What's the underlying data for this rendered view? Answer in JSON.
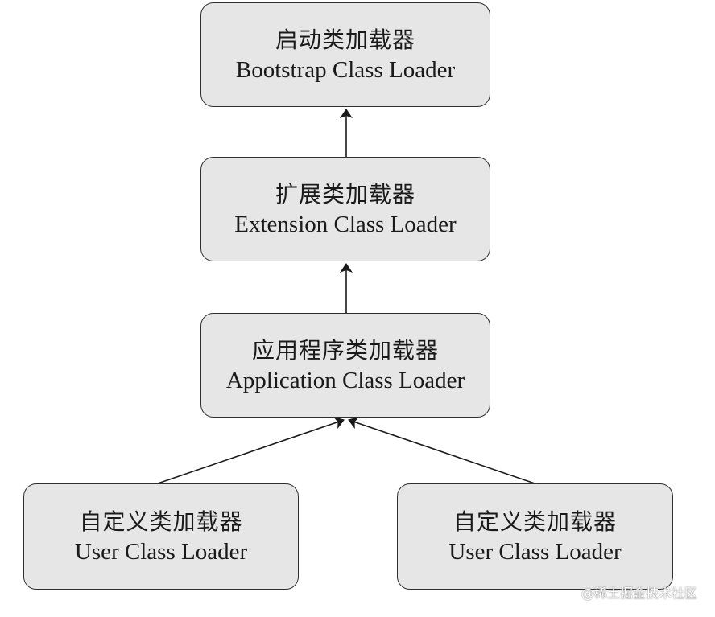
{
  "nodes": {
    "bootstrap": {
      "zh": "启动类加载器",
      "en": "Bootstrap Class Loader"
    },
    "extension": {
      "zh": "扩展类加载器",
      "en": "Extension Class Loader"
    },
    "application": {
      "zh": "应用程序类加载器",
      "en": "Application Class Loader"
    },
    "user_1": {
      "zh": "自定义类加载器",
      "en": "User Class Loader"
    },
    "user_2": {
      "zh": "自定义类加载器",
      "en": "User Class Loader"
    }
  },
  "edges": [
    {
      "from": "extension",
      "to": "bootstrap"
    },
    {
      "from": "application",
      "to": "extension"
    },
    {
      "from": "user_1",
      "to": "application"
    },
    {
      "from": "user_2",
      "to": "application"
    }
  ],
  "watermark": "@稀土掘金技术社区",
  "colors": {
    "node_fill": "#e6e6e6",
    "node_border": "#2f2f2f",
    "arrow": "#1a1a1a"
  }
}
